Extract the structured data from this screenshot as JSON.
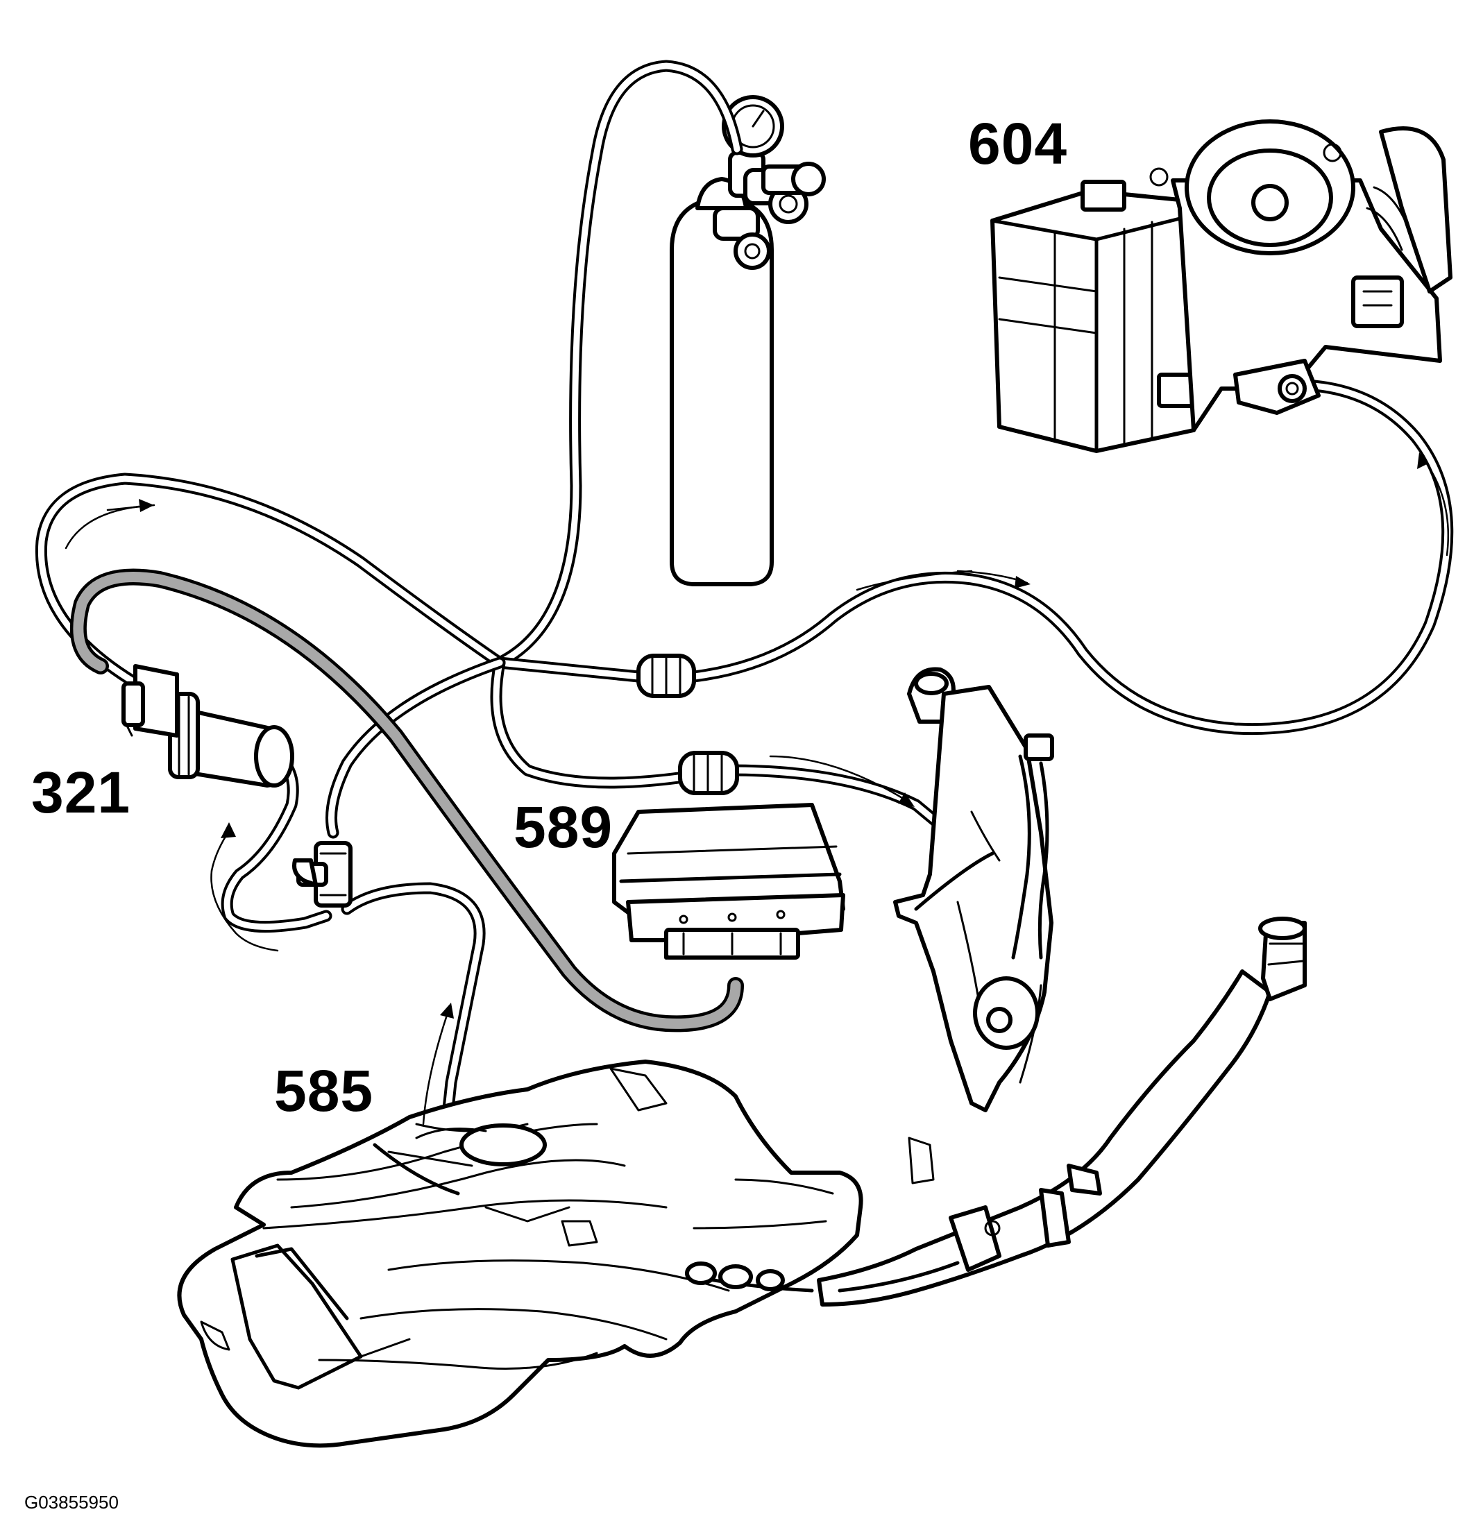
{
  "callouts": {
    "c604": "604",
    "c321": "321",
    "c589": "589",
    "c585": "585"
  },
  "figure_id": "G03855950",
  "colors": {
    "line": "#000000",
    "background": "#ffffff",
    "grey_hose": "#a8a8a8"
  }
}
